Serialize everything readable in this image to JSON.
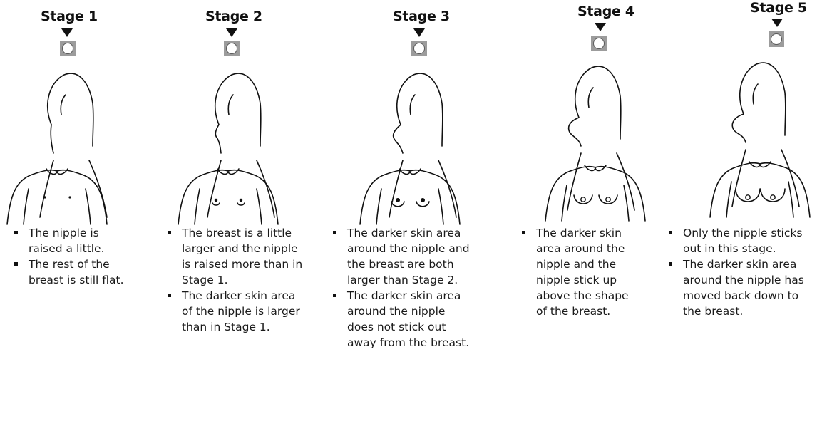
{
  "stages": [
    {
      "title": "Stage 1",
      "notes": [
        "The nipple is raised a little.",
        "The rest of the breast is still flat."
      ]
    },
    {
      "title": "Stage 2",
      "notes": [
        "The breast is a little larger and the nipple is raised more than in Stage 1.",
        "The darker skin area of the nipple is larger than in Stage 1."
      ]
    },
    {
      "title": "Stage 3",
      "notes": [
        "The darker skin area around the nipple and the breast are both larger than Stage 2.",
        "The darker skin area around the nipple does not stick out away from the breast."
      ]
    },
    {
      "title": "Stage 4",
      "notes": [
        "The darker skin area around the nipple and the nipple stick up above the shape of the breast."
      ]
    },
    {
      "title": "Stage 5",
      "notes": [
        "Only the nipple sticks out in this stage.",
        "The darker skin area around the nipple has moved back down to the breast."
      ]
    }
  ]
}
